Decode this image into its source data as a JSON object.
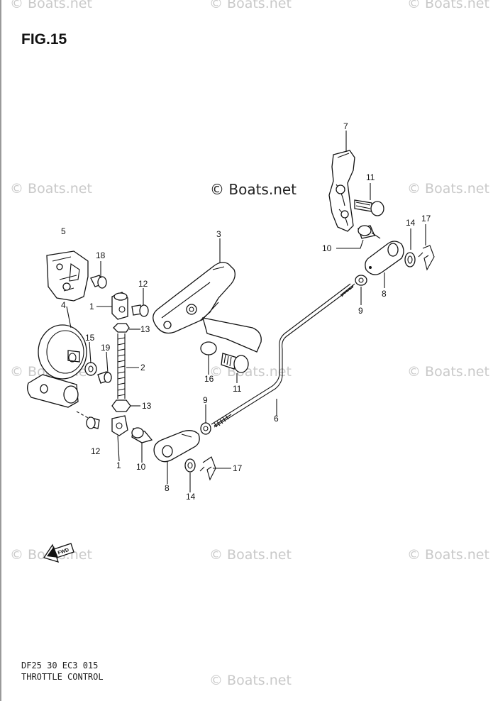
{
  "figure": {
    "title": "FIG.15",
    "footer_code": "DF25 30 EC3  015",
    "footer_name": "THROTTLE CONTROL",
    "fwd_label": "FWD"
  },
  "watermarks": [
    "© Boats.net",
    "© Boats.net",
    "© Boats.net",
    "© Boats.net",
    "© Boats.net",
    "© Boats.net",
    "© Boats.net",
    "© Boats.net",
    "© Boats.net",
    "© Boats.net",
    "© Boats.net",
    "© Boats.net"
  ],
  "center_watermark": "© Boats.net",
  "callouts": [
    {
      "id": "c7",
      "label": "7"
    },
    {
      "id": "c11a",
      "label": "11"
    },
    {
      "id": "c14a",
      "label": "14"
    },
    {
      "id": "c17a",
      "label": "17"
    },
    {
      "id": "c10a",
      "label": "10"
    },
    {
      "id": "c8a",
      "label": "8"
    },
    {
      "id": "c9a",
      "label": "9"
    },
    {
      "id": "c5",
      "label": "5"
    },
    {
      "id": "c18",
      "label": "18"
    },
    {
      "id": "c3",
      "label": "3"
    },
    {
      "id": "c4",
      "label": "4"
    },
    {
      "id": "c12a",
      "label": "12"
    },
    {
      "id": "c1a",
      "label": "1"
    },
    {
      "id": "c13a",
      "label": "13"
    },
    {
      "id": "c15",
      "label": "15"
    },
    {
      "id": "c19",
      "label": "19"
    },
    {
      "id": "c2",
      "label": "2"
    },
    {
      "id": "c16",
      "label": "16"
    },
    {
      "id": "c11b",
      "label": "11"
    },
    {
      "id": "c13b",
      "label": "13"
    },
    {
      "id": "c6",
      "label": "6"
    },
    {
      "id": "c9b",
      "label": "9"
    },
    {
      "id": "c12b",
      "label": "12"
    },
    {
      "id": "c1b",
      "label": "1"
    },
    {
      "id": "c10b",
      "label": "10"
    },
    {
      "id": "c17b",
      "label": "17"
    },
    {
      "id": "c8b",
      "label": "8"
    },
    {
      "id": "c14b",
      "label": "14"
    }
  ]
}
